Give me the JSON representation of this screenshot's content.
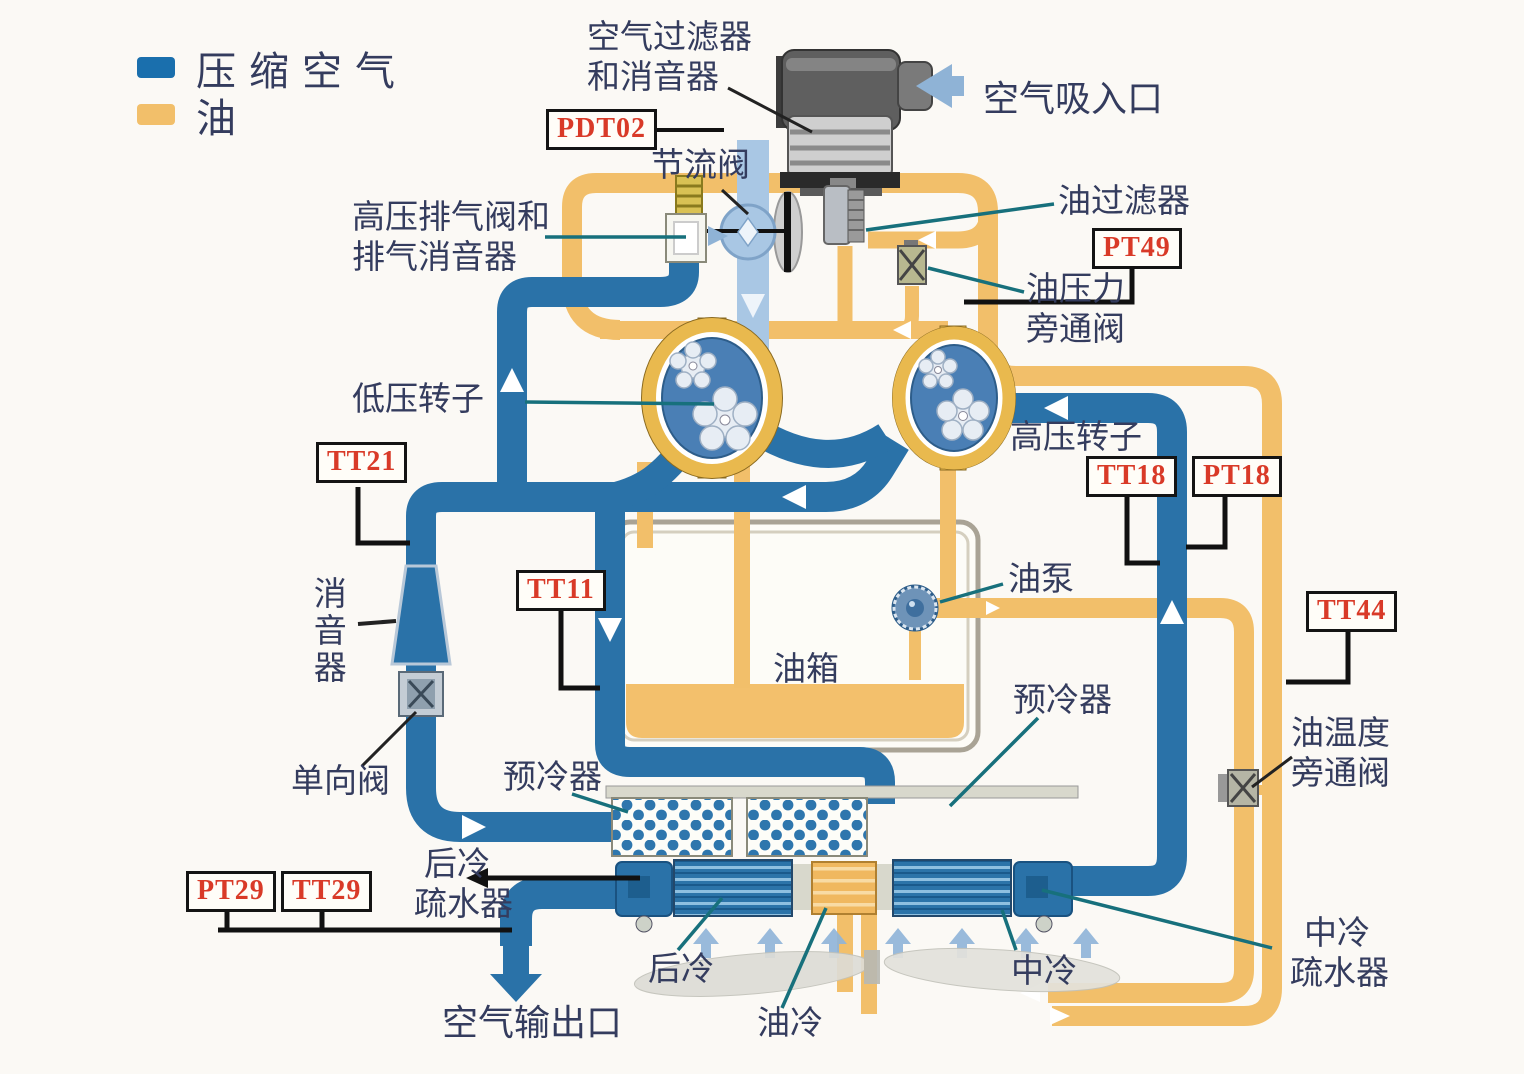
{
  "legend": {
    "air": "压缩空气",
    "oil": "油"
  },
  "sensors": {
    "pdt02": "PDT02",
    "pt49": "PT49",
    "tt21": "TT21",
    "tt18": "TT18",
    "pt18": "PT18",
    "tt11": "TT11",
    "tt44": "TT44",
    "pt29": "PT29",
    "tt29": "TT29"
  },
  "labels": {
    "air_filter_1": "空气过滤器",
    "air_filter_2": "和消音器",
    "air_inlet": "空气吸入口",
    "throttle": "节流阀",
    "hp_exhaust_1": "高压排气阀和",
    "hp_exhaust_2": "排气消音器",
    "oil_filter": "油过滤器",
    "oil_press_bypass_1": "油压力",
    "oil_press_bypass_2": "旁通阀",
    "lp_rotor": "低压转子",
    "hp_rotor": "高压转子",
    "muffler": "消音器",
    "check_valve": "单向阀",
    "tank": "油箱",
    "pump": "油泵",
    "precooler_left": "预冷器",
    "precooler_right": "预冷器",
    "oil_temp_bypass_1": "油温度",
    "oil_temp_bypass_2": "旁通阀",
    "ac_drain_1": "后冷",
    "ac_drain_2": "疏水器",
    "aftercooler": "后冷",
    "oil_cooler": "油冷",
    "intercooler": "中冷",
    "ic_drain_1": "中冷",
    "ic_drain_2": "疏水器",
    "air_outlet": "空气输出口"
  },
  "colors": {
    "air_pipe": "#2a72a8",
    "air_pipe_light": "#a9c7e4",
    "oil_pipe": "#f2bf6a",
    "sensor_text": "#d93a28",
    "label_text": "#343c5e",
    "leader": "#17707c"
  }
}
